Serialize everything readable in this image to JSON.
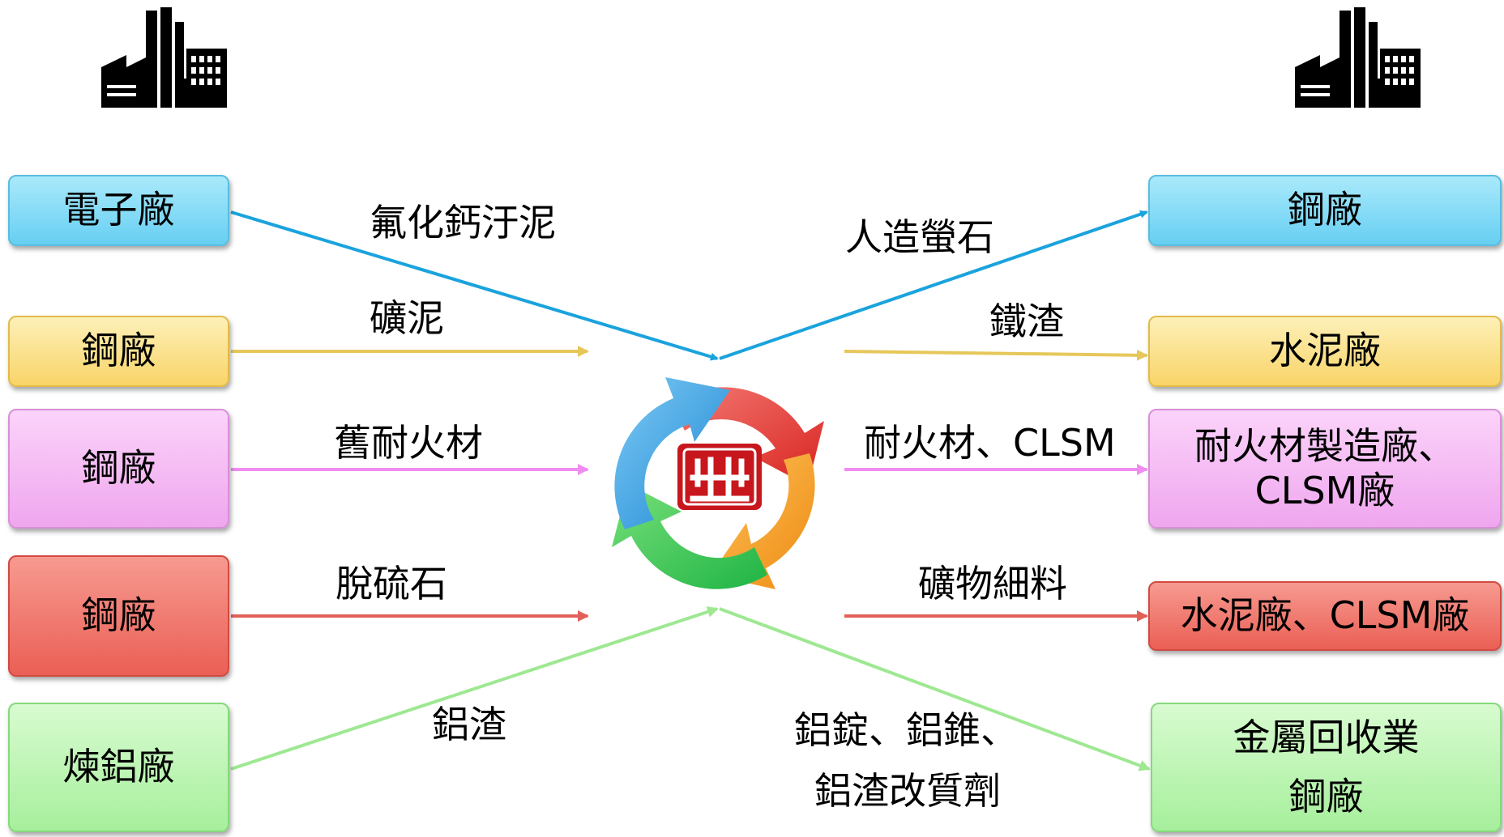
{
  "colors": {
    "blue": "#1aa3dd",
    "yellow": "#e6c75a",
    "pink": "#f08cf0",
    "red": "#e36058",
    "green": "#9ee892"
  },
  "icons": {
    "left_factory": "factory-icon",
    "right_factory": "factory-icon",
    "center": "recycle-cycle-icon",
    "logo": "company-logo"
  },
  "sources": [
    {
      "label": "電子廠",
      "color": "blue"
    },
    {
      "label": "鋼廠",
      "color": "yellow"
    },
    {
      "label": "鋼廠",
      "color": "pink"
    },
    {
      "label": "鋼廠",
      "color": "red"
    },
    {
      "label": "煉鋁廠",
      "color": "green"
    }
  ],
  "inputs": [
    {
      "label": "氟化鈣汙泥"
    },
    {
      "label": "礦泥"
    },
    {
      "label": "舊耐火材"
    },
    {
      "label": "脫硫石"
    },
    {
      "label": "鋁渣"
    }
  ],
  "outputs": [
    {
      "label": "人造螢石"
    },
    {
      "label": "鐵渣"
    },
    {
      "label": "耐火材、CLSM"
    },
    {
      "label": "礦物細料"
    },
    {
      "line1": "鋁錠、鋁錐、",
      "line2": "鋁渣改質劑"
    }
  ],
  "destinations": [
    {
      "label": "鋼廠",
      "color": "blue"
    },
    {
      "label": "水泥廠",
      "color": "yellow"
    },
    {
      "line1": "耐火材製造廠、",
      "line2": "CLSM廠",
      "color": "pink"
    },
    {
      "label": "水泥廠、CLSM廠",
      "color": "red"
    },
    {
      "line1": "金屬回收業",
      "line2": "鋼廠",
      "color": "green"
    }
  ]
}
